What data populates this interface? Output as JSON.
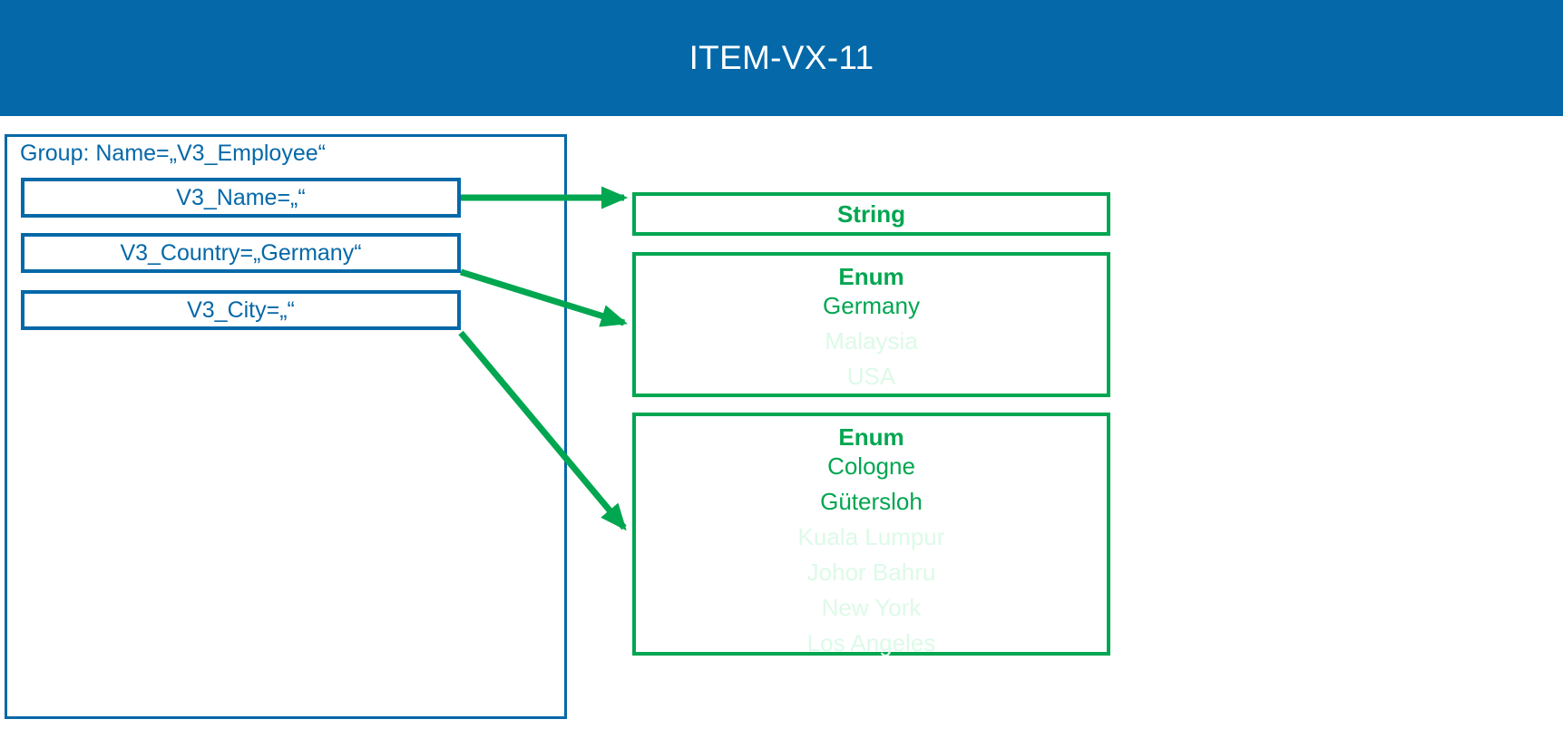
{
  "header": {
    "title": "ITEM-VX-11",
    "background_color": "#0568A8",
    "text_color": "#FFFFFF"
  },
  "theme": {
    "blue": "#0568A8",
    "green": "#00A650",
    "green_faded": "#DDFAE8",
    "white": "#FFFFFF"
  },
  "group_panel": {
    "label": "Group: Name=„V3_Employee“",
    "border_color": "#0568A8",
    "attributes": [
      {
        "label": "V3_Name=„“",
        "name": "V3_Name",
        "value": ""
      },
      {
        "label": "V3_Country=„Germany“",
        "name": "V3_Country",
        "value": "Germany"
      },
      {
        "label": "V3_City=„“",
        "name": "V3_City",
        "value": ""
      }
    ]
  },
  "type_boxes": [
    {
      "title": "String",
      "border_color": "#00A650",
      "values": []
    },
    {
      "title": "Enum",
      "border_color": "#00A650",
      "values": [
        {
          "label": "Germany",
          "state": "active"
        },
        {
          "label": "Malaysia",
          "state": "faded"
        },
        {
          "label": "USA",
          "state": "faded"
        }
      ]
    },
    {
      "title": "Enum",
      "border_color": "#00A650",
      "values": [
        {
          "label": "Cologne",
          "state": "active"
        },
        {
          "label": "Gütersloh",
          "state": "active"
        },
        {
          "label": "Kuala Lumpur",
          "state": "faded"
        },
        {
          "label": "Johor Bahru",
          "state": "faded"
        },
        {
          "label": "New York",
          "state": "faded"
        },
        {
          "label": "Los Angeles",
          "state": "faded"
        }
      ]
    }
  ],
  "connectors": [
    {
      "from": "V3_Name",
      "to": "String",
      "color": "#00A650"
    },
    {
      "from": "V3_Country",
      "to": "Enum",
      "color": "#00A650"
    },
    {
      "from": "V3_City",
      "to": "Enum",
      "color": "#00A650"
    }
  ]
}
